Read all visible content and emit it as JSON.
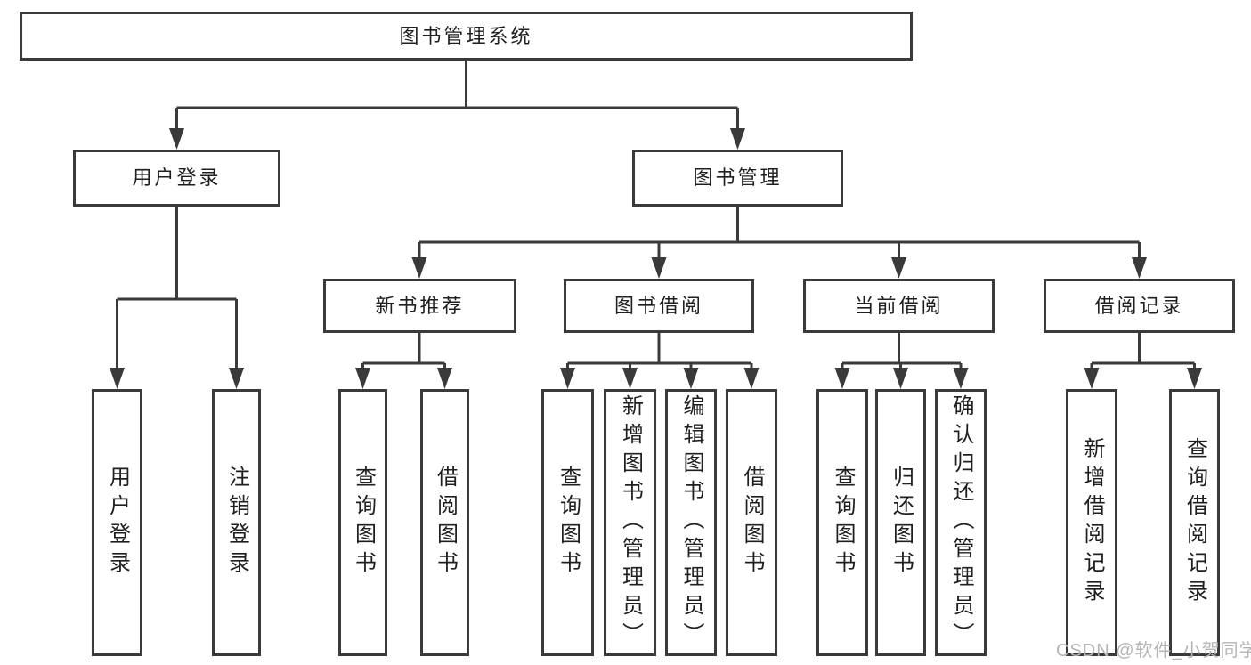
{
  "tree": {
    "label": "图书管理系统",
    "children": [
      {
        "label": "用户登录",
        "children": [
          {
            "label": "用户登录"
          },
          {
            "label": "注销登录"
          }
        ]
      },
      {
        "label": "图书管理",
        "children": [
          {
            "label": "新书推荐",
            "children": [
              {
                "label": "查询图书"
              },
              {
                "label": "借阅图书"
              }
            ]
          },
          {
            "label": "图书借阅",
            "children": [
              {
                "label": "查询图书"
              },
              {
                "label": "新增图书（管理员）"
              },
              {
                "label": "编辑图书（管理员）"
              },
              {
                "label": "借阅图书"
              }
            ]
          },
          {
            "label": "当前借阅",
            "children": [
              {
                "label": "查询图书"
              },
              {
                "label": "归还图书"
              },
              {
                "label": "确认归还（管理员）"
              }
            ]
          },
          {
            "label": "借阅记录",
            "children": [
              {
                "label": "新增借阅记录"
              },
              {
                "label": "查询借阅记录"
              }
            ]
          }
        ]
      }
    ]
  },
  "watermark": {
    "text": "CSDN @软件_小贺同学"
  },
  "colors": {
    "line": "#3a3a3a",
    "text": "#1f1f1f",
    "watermark": "#b5b5b5",
    "background": "#ffffff"
  }
}
